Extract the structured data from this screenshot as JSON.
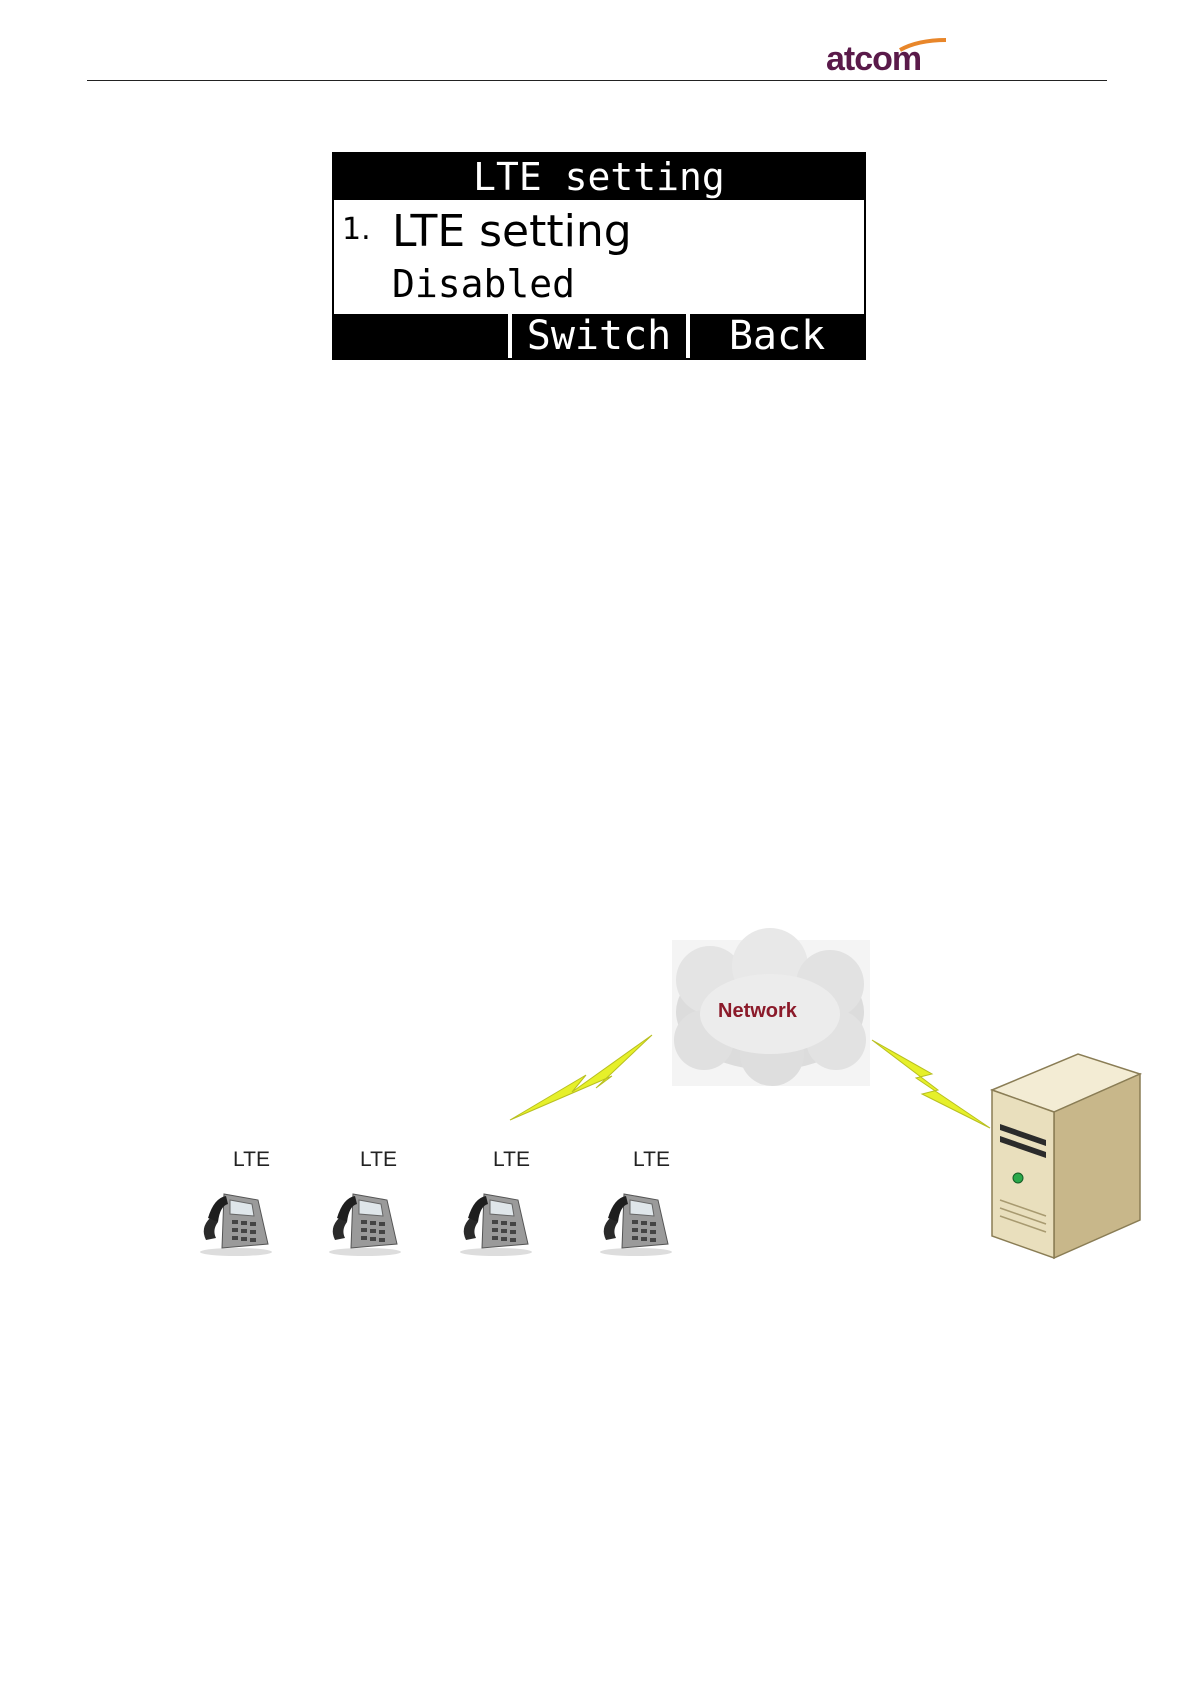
{
  "header": {
    "logo_text": "atcom"
  },
  "lcd": {
    "title": "LTE setting",
    "item_number": "1.",
    "item_label": "LTE setting",
    "item_value": "Disabled",
    "softkeys": [
      "",
      "Switch",
      "Back"
    ]
  },
  "diagram": {
    "cloud_label": "Network",
    "phones": [
      {
        "label": "LTE"
      },
      {
        "label": "LTE"
      },
      {
        "label": "LTE"
      },
      {
        "label": "LTE"
      }
    ]
  },
  "colors": {
    "logo": "#5a1a4a",
    "logo_accent": "#e8862a",
    "lightning": "#e6f02a",
    "cloud_text": "#8b1a2a"
  }
}
